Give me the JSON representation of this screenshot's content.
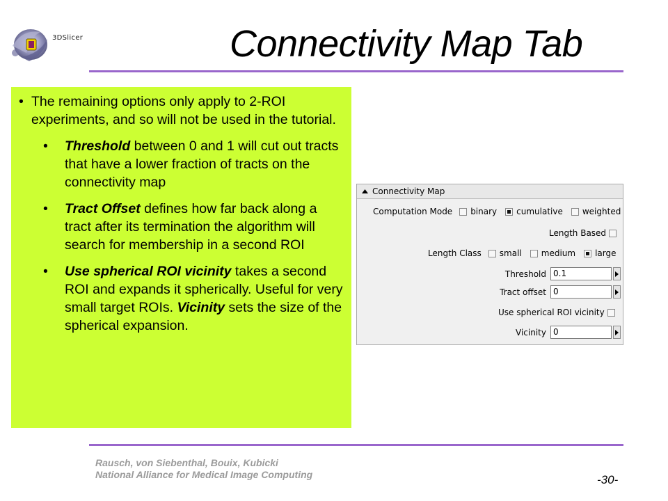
{
  "logo": {
    "text": "3DSlicer"
  },
  "slide": {
    "title": "Connectivity Map Tab"
  },
  "content": {
    "bullet1": "The remaining options only apply to 2-ROI experiments, and so will not be used in the tutorial.",
    "threshold": {
      "term": "Threshold",
      "text": " between 0 and 1 will cut out tracts that have a lower fraction of tracts on the connectivity map"
    },
    "tract_offset": {
      "term": "Tract Offset",
      "text": " defines how far back along a tract after its termination the algorithm will search for membership in a second ROI"
    },
    "spherical": {
      "term": "Use spherical ROI vicinity",
      "text1": " takes a second ROI and expands it spherically. Useful for very small target ROIs. ",
      "term2": "Vicinity",
      "text2": "  sets the size of the spherical expansion."
    }
  },
  "panel": {
    "title": "Connectivity Map",
    "computation_mode": {
      "label": "Computation Mode",
      "options": [
        {
          "label": "binary",
          "checked": false
        },
        {
          "label": "cumulative",
          "checked": true
        },
        {
          "label": "weighted",
          "checked": false
        }
      ]
    },
    "length_based": {
      "label": "Length Based",
      "checked": false
    },
    "length_class": {
      "label": "Length Class",
      "options": [
        {
          "label": "small",
          "checked": false
        },
        {
          "label": "medium",
          "checked": false
        },
        {
          "label": "large",
          "checked": true
        }
      ]
    },
    "threshold": {
      "label": "Threshold",
      "value": "0.1"
    },
    "tract_offset": {
      "label": "Tract offset",
      "value": "0"
    },
    "spherical_vicinity": {
      "label": "Use spherical ROI vicinity",
      "checked": false
    },
    "vicinity": {
      "label": "Vicinity",
      "value": "0"
    }
  },
  "footer": {
    "authors": "Rausch, von Siebenthal, Bouix, Kubicki",
    "organization": "National Alliance for Medical Image Computing",
    "page": "-30-"
  },
  "colors": {
    "accent_rule": "#9966cc",
    "content_bg": "#ccff33",
    "footer_text": "#9b9b9b"
  }
}
